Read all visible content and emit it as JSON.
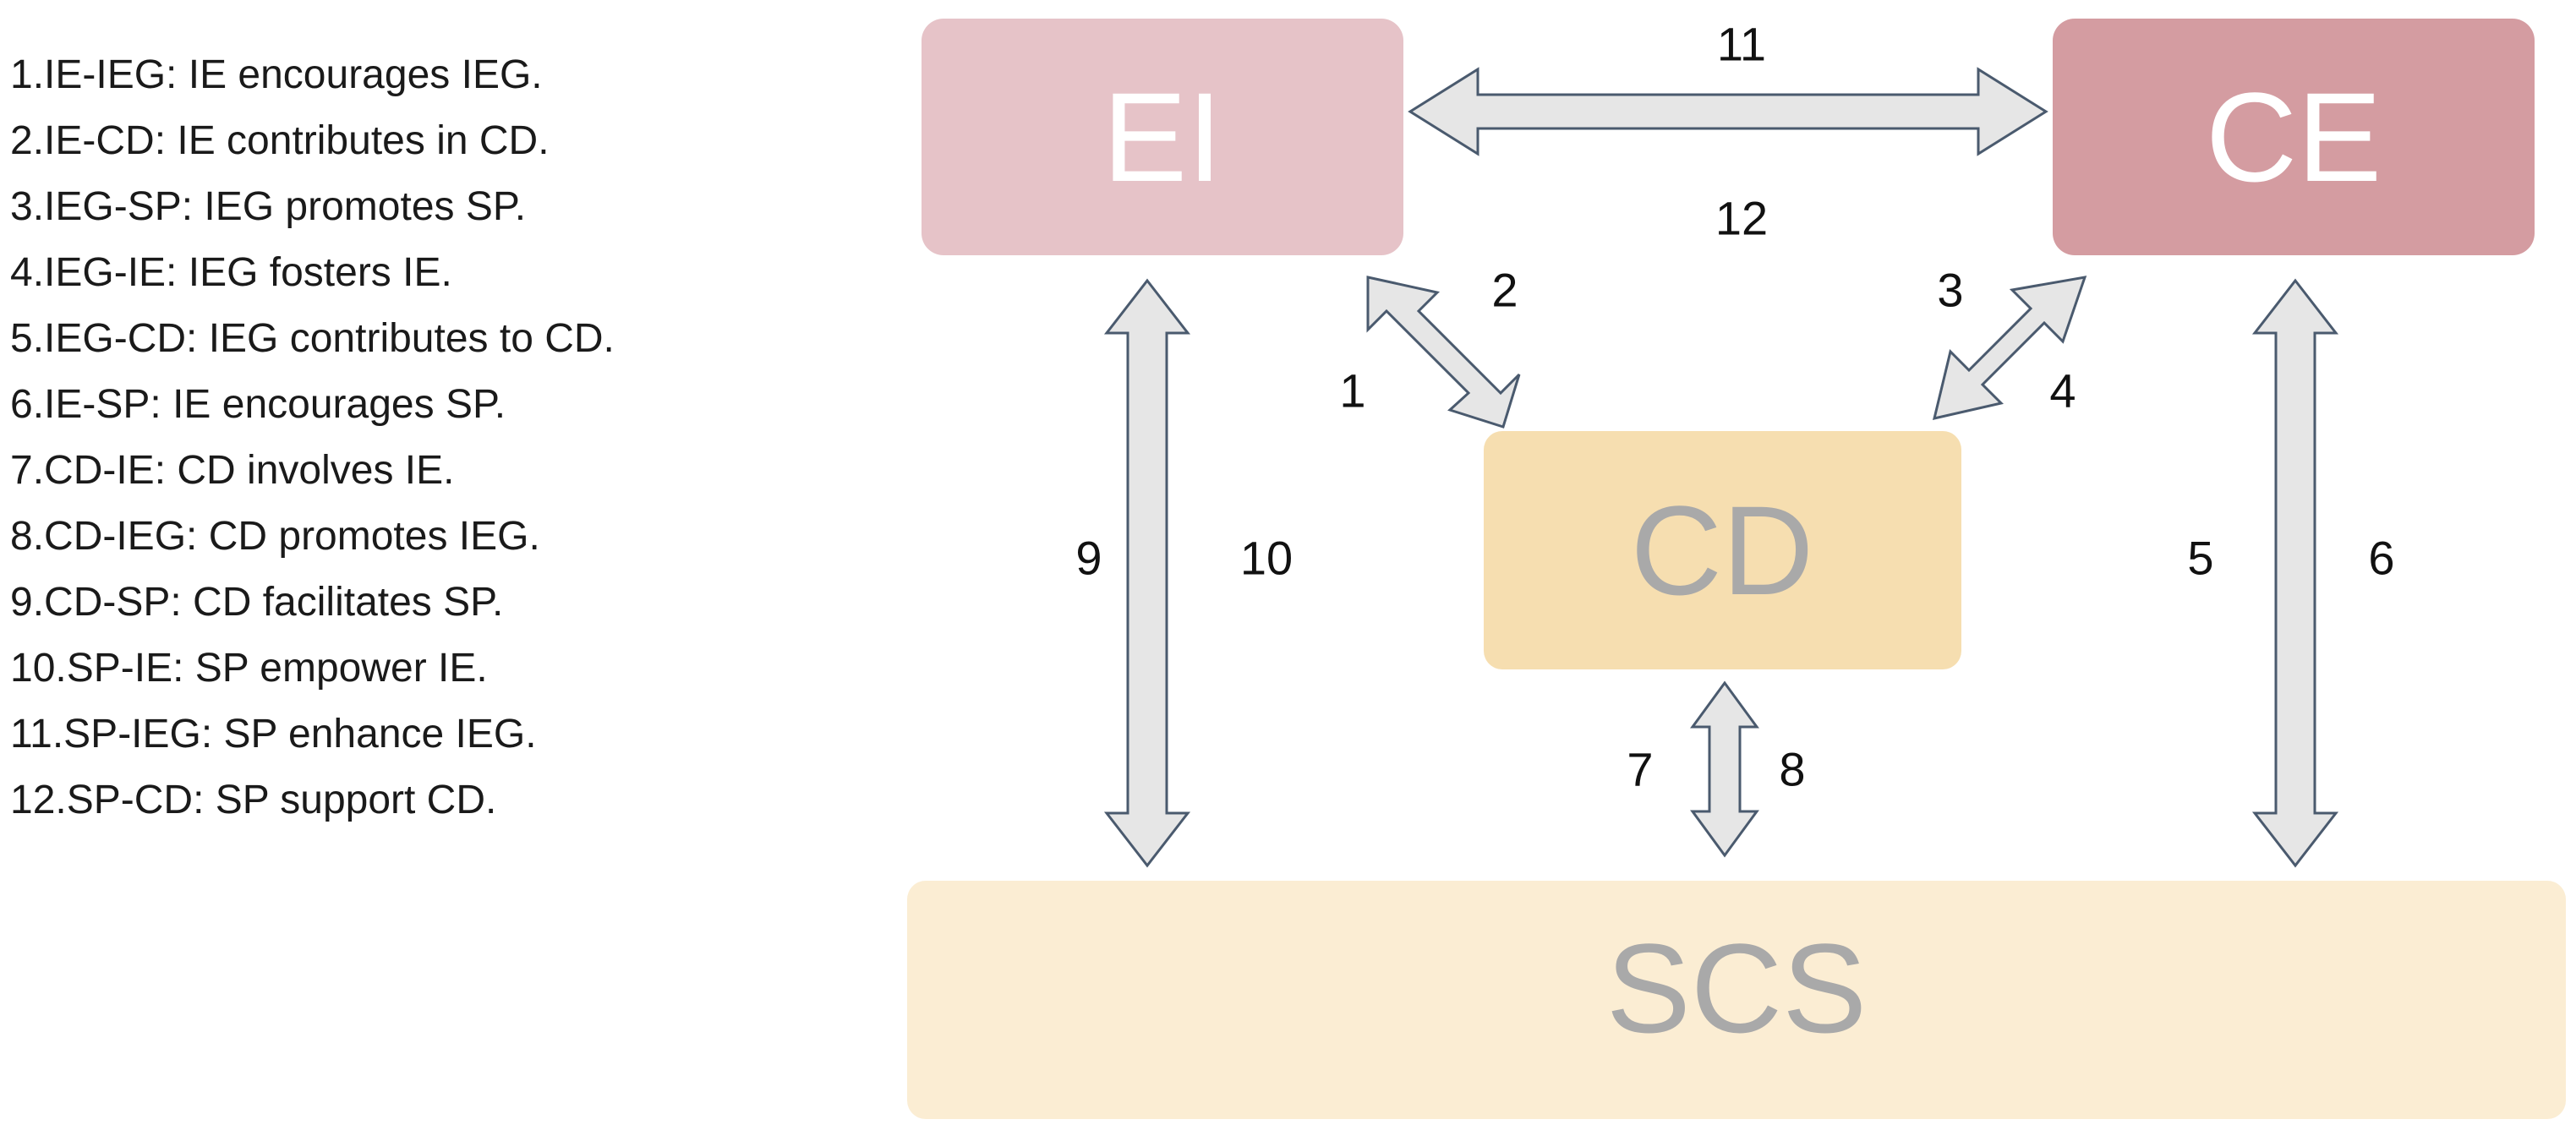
{
  "legend": [
    "1.IE-IEG: IE encourages IEG.",
    "2.IE-CD: IE contributes in CD.",
    "3.IEG-SP: IEG promotes SP.",
    "4.IEG-IE: IEG fosters IE.",
    "5.IEG-CD: IEG contributes to CD.",
    "6.IE-SP: IE encourages SP.",
    "7.CD-IE: CD involves IE.",
    "8.CD-IEG: CD promotes IEG.",
    "9.CD-SP: CD facilitates SP.",
    "10.SP-IE: SP empower IE.",
    "11.SP-IEG: SP enhance IEG.",
    "12.SP-CD: SP support CD."
  ],
  "nodes": {
    "ei": {
      "label": "EI",
      "fill": "#e6c3c8",
      "text_color": "#ffffff"
    },
    "ce": {
      "label": "CE",
      "fill": "#d49ca1",
      "text_color": "#ffffff"
    },
    "cd": {
      "label": "CD",
      "fill": "#f6deb0",
      "text_color": "#a9a9a9"
    },
    "scs": {
      "label": "SCS",
      "fill": "#fbedd3",
      "text_color": "#a9a9a9"
    }
  },
  "arrows": {
    "fill": "#e6e6e6",
    "stroke": "#4a5a6e"
  },
  "edge_numbers": {
    "n1": "1",
    "n2": "2",
    "n3": "3",
    "n4": "4",
    "n5": "5",
    "n6": "6",
    "n7": "7",
    "n8": "8",
    "n9": "9",
    "n10": "10",
    "n11": "11",
    "n12": "12"
  }
}
